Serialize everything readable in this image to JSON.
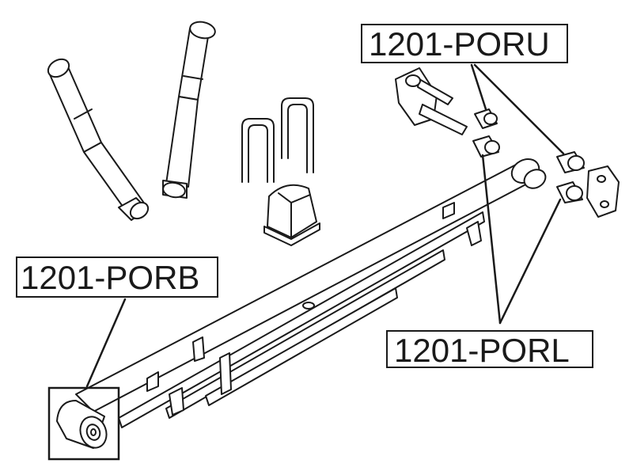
{
  "callouts": {
    "upper_bushing": "1201-PORU",
    "bottom_bushing": "1201-PORB",
    "lower_bushing": "1201-PORL"
  },
  "colors": {
    "line": "#1a1a1a",
    "background": "#ffffff"
  }
}
